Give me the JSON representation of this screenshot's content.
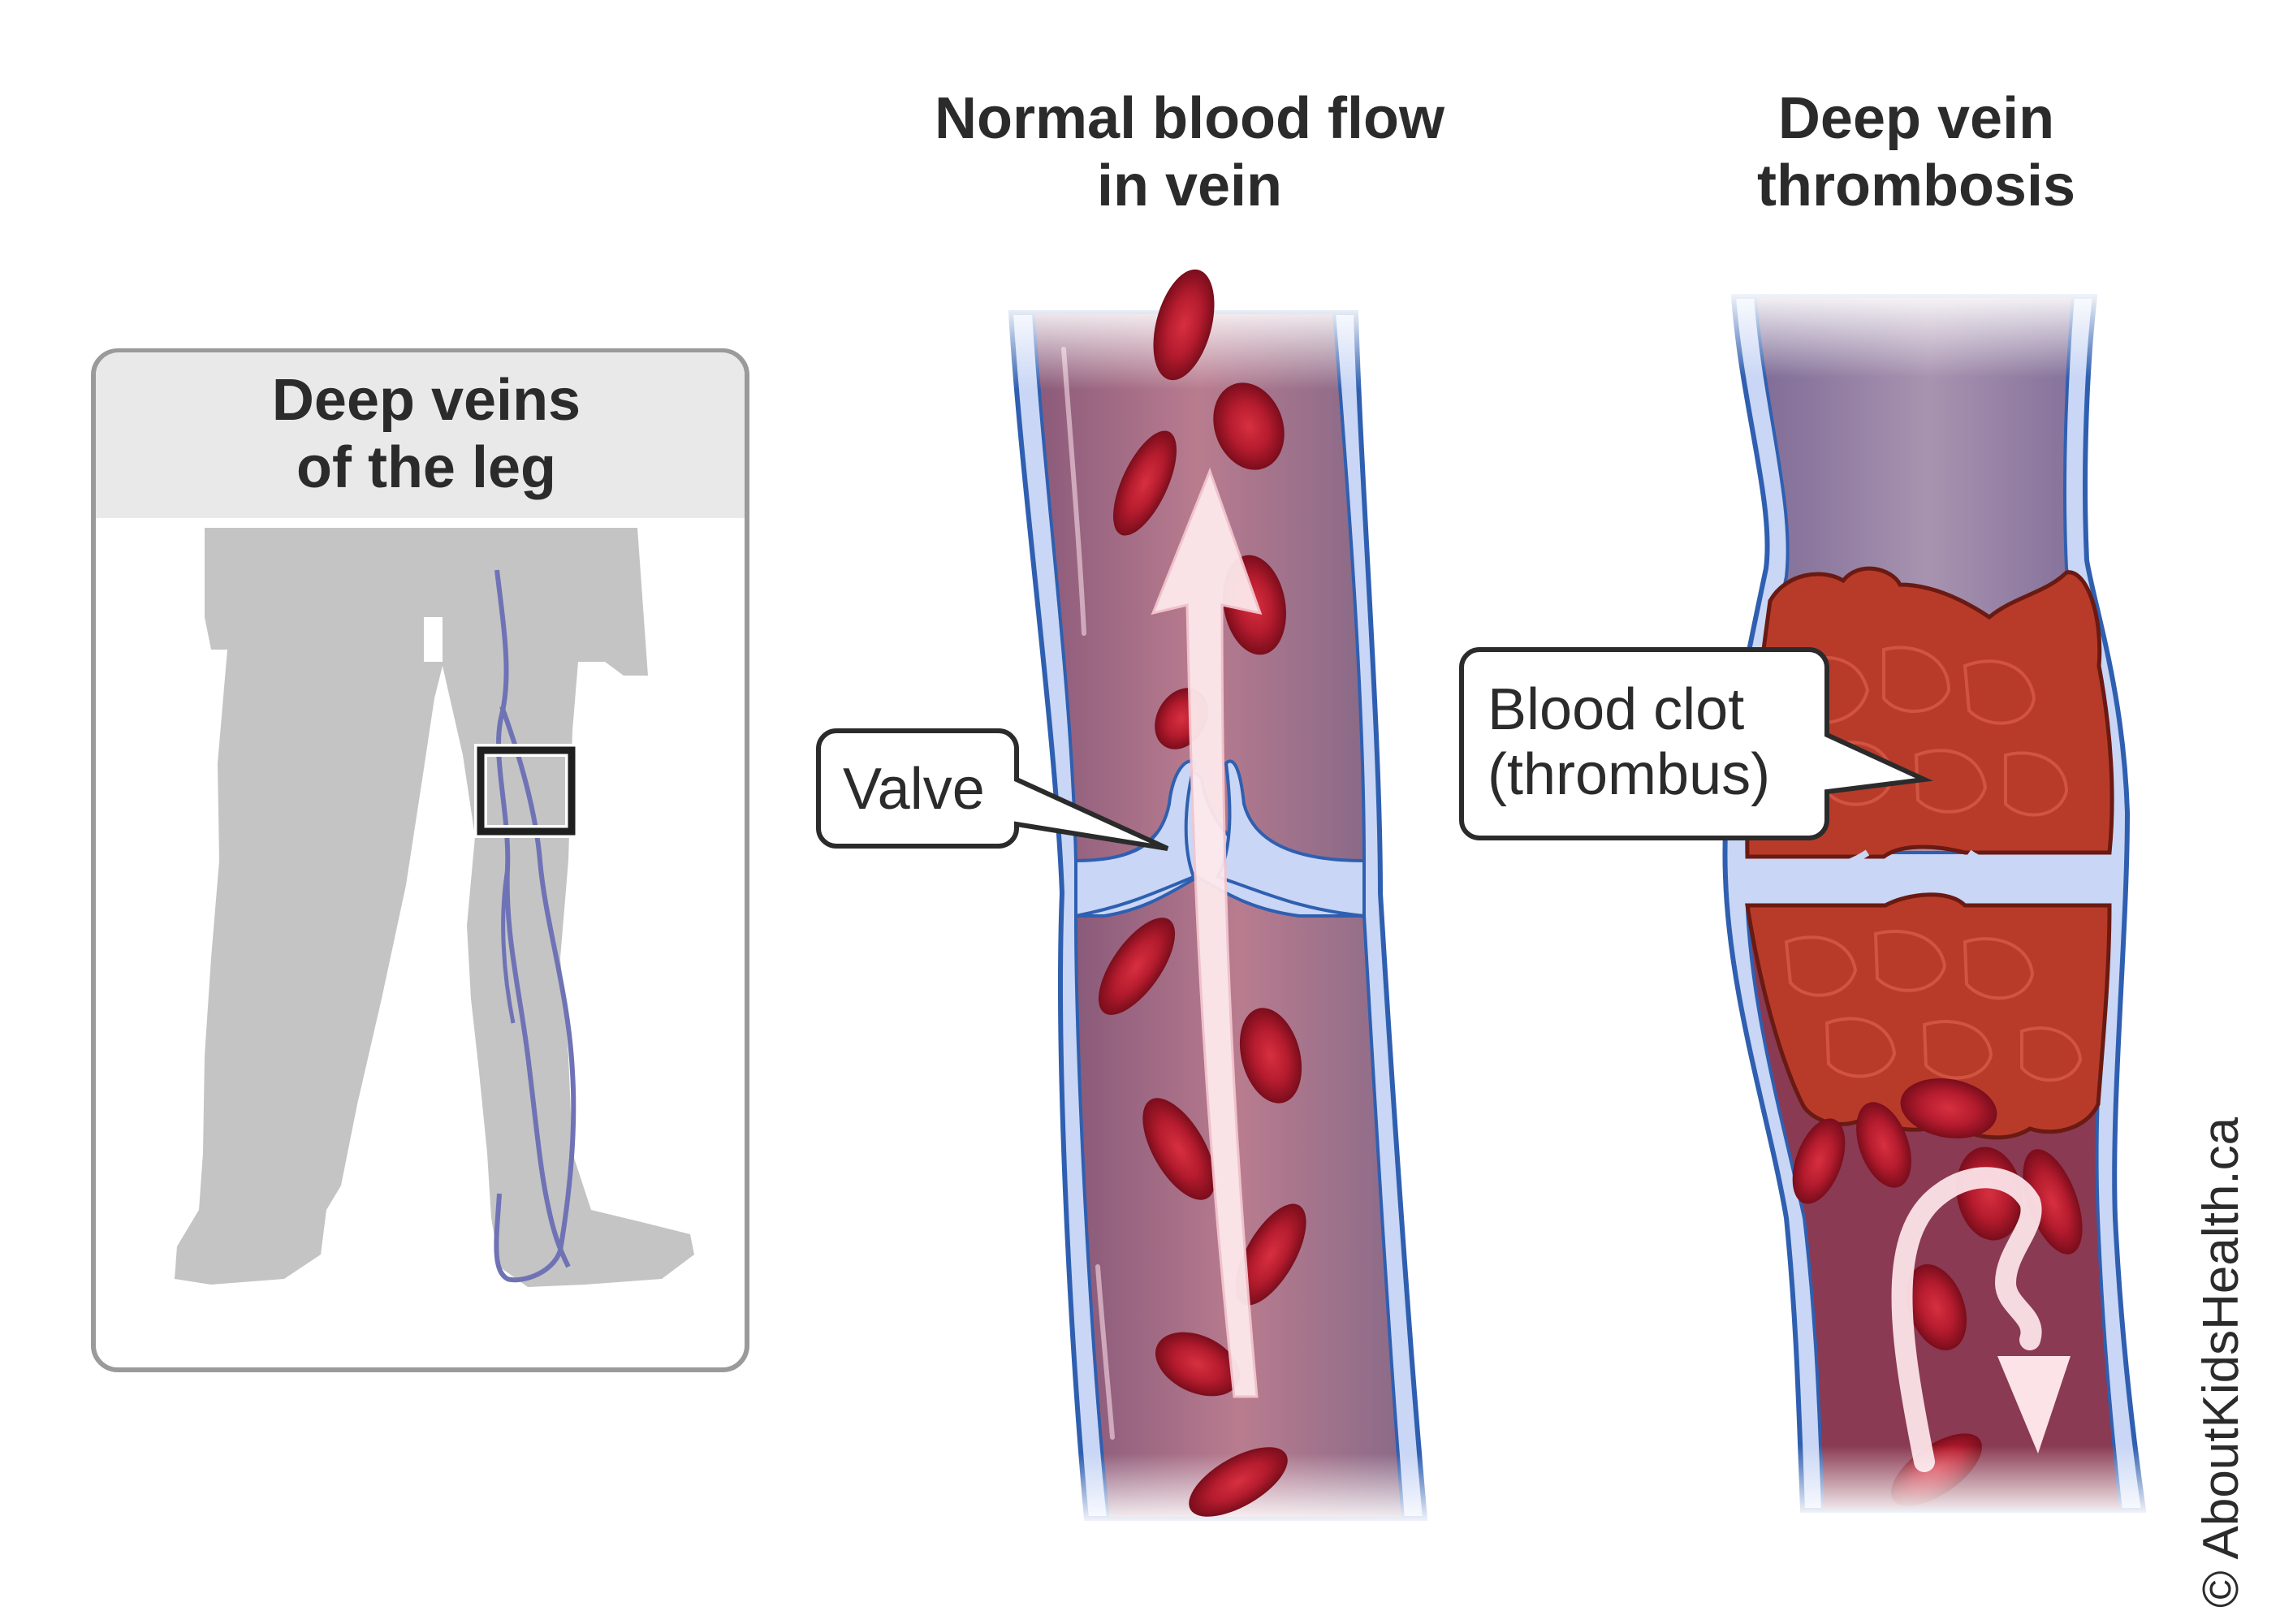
{
  "legbox": {
    "title_line1": "Deep veins",
    "title_line2": "of the leg"
  },
  "normal": {
    "title_line1": "Normal blood flow",
    "title_line2": "in vein",
    "callout": "Valve"
  },
  "dvt": {
    "title_line1": "Deep vein",
    "title_line2": "thrombosis",
    "callout_line1": "Blood clot",
    "callout_line2": "(thrombus)"
  },
  "copyright": "© AboutKidsHealth.ca",
  "colors": {
    "vein_wall": "#2f5fb0",
    "vein_wall_light": "#c9d6f5",
    "blood": "#a3152a",
    "clot": "#b83b2a",
    "leg": "#c4c4c4",
    "vein_line": "#6f73b5"
  }
}
